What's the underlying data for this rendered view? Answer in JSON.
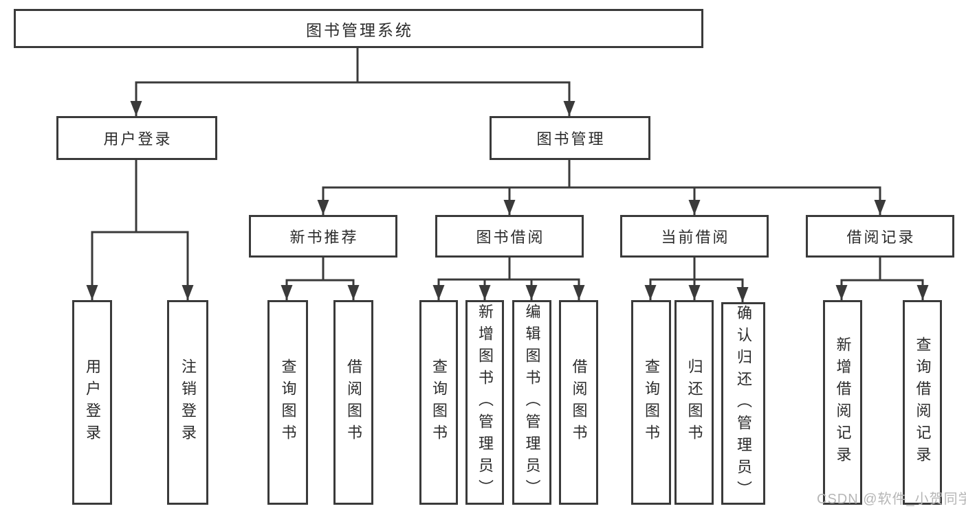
{
  "diagram": {
    "type": "hierarchy-tree",
    "nodes": {
      "root": "图书管理系统",
      "user_login": "用户登录",
      "book_mgmt": "图书管理",
      "new_book_rec": "新书推荐",
      "book_borrow": "图书借阅",
      "current_borrow": "当前借阅",
      "borrow_record": "借阅记录",
      "leaf_user_login": "用户登录",
      "leaf_logout": "注销登录",
      "leaf_nbr_query": "查询图书",
      "leaf_nbr_borrow": "借阅图书",
      "leaf_bb_query": "查询图书",
      "leaf_bb_add": "新增图书（管理员）",
      "leaf_bb_edit": "编辑图书（管理员）",
      "leaf_bb_borrow": "借阅图书",
      "leaf_cb_query": "查询图书",
      "leaf_cb_return": "归还图书",
      "leaf_cb_confirm": "确认归还（管理员）",
      "leaf_br_add": "新增借阅记录",
      "leaf_br_query": "查询借阅记录"
    },
    "edges": [
      [
        "root",
        "user_login"
      ],
      [
        "root",
        "book_mgmt"
      ],
      [
        "user_login",
        "leaf_user_login"
      ],
      [
        "user_login",
        "leaf_logout"
      ],
      [
        "book_mgmt",
        "new_book_rec"
      ],
      [
        "book_mgmt",
        "book_borrow"
      ],
      [
        "book_mgmt",
        "current_borrow"
      ],
      [
        "book_mgmt",
        "borrow_record"
      ],
      [
        "new_book_rec",
        "leaf_nbr_query"
      ],
      [
        "new_book_rec",
        "leaf_nbr_borrow"
      ],
      [
        "book_borrow",
        "leaf_bb_query"
      ],
      [
        "book_borrow",
        "leaf_bb_add"
      ],
      [
        "book_borrow",
        "leaf_bb_edit"
      ],
      [
        "book_borrow",
        "leaf_bb_borrow"
      ],
      [
        "current_borrow",
        "leaf_cb_query"
      ],
      [
        "current_borrow",
        "leaf_cb_return"
      ],
      [
        "current_borrow",
        "leaf_cb_confirm"
      ],
      [
        "borrow_record",
        "leaf_br_add"
      ],
      [
        "borrow_record",
        "leaf_br_query"
      ]
    ],
    "colors": {
      "line": "#3a3a3a",
      "text": "#2b2b2b",
      "box_background": "#ffffff",
      "page_background": "#ffffff",
      "watermark": "#b6b6b6"
    }
  },
  "watermark": {
    "text": "CSDN @软件_小贺同学"
  }
}
